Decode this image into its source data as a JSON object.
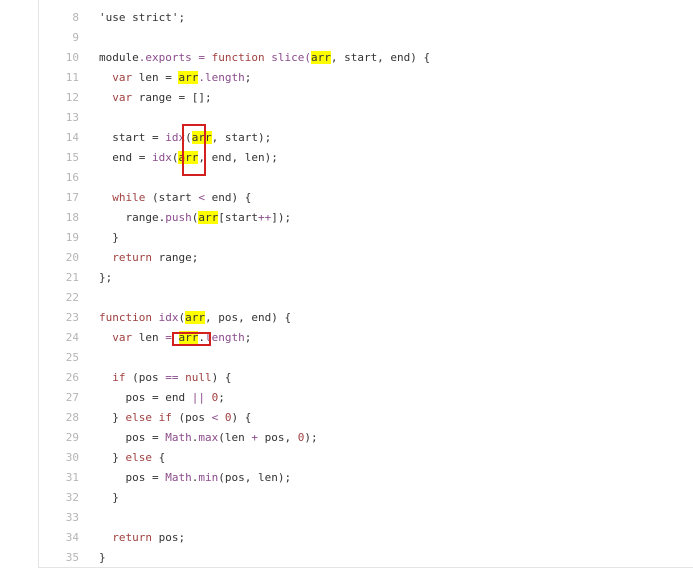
{
  "code": {
    "lines": [
      {
        "num": "8",
        "segs": [
          {
            "t": "'use strict';"
          }
        ]
      },
      {
        "num": "9",
        "segs": []
      },
      {
        "num": "10",
        "segs": [
          {
            "t": "module",
            "c": ""
          },
          {
            "t": ".exports",
            "c": "fn"
          },
          {
            "t": " = ",
            "c": "op"
          },
          {
            "t": "function",
            "c": "kw"
          },
          {
            "t": " slice(",
            "c": "fn"
          },
          {
            "t": "arr",
            "c": "hl"
          },
          {
            "t": ", start, end) {"
          }
        ]
      },
      {
        "num": "11",
        "segs": [
          {
            "t": "  "
          },
          {
            "t": "var",
            "c": "kw"
          },
          {
            "t": " len = "
          },
          {
            "t": "arr",
            "c": "hl"
          },
          {
            "t": ".length",
            "c": "fn"
          },
          {
            "t": ";"
          }
        ]
      },
      {
        "num": "12",
        "segs": [
          {
            "t": "  "
          },
          {
            "t": "var",
            "c": "kw"
          },
          {
            "t": " range = [];"
          }
        ]
      },
      {
        "num": "13",
        "segs": []
      },
      {
        "num": "14",
        "segs": [
          {
            "t": "  start = "
          },
          {
            "t": "idx",
            "c": "fn"
          },
          {
            "t": "("
          },
          {
            "t": "arr",
            "c": "hl"
          },
          {
            "t": ", start);"
          }
        ]
      },
      {
        "num": "15",
        "segs": [
          {
            "t": "  end = "
          },
          {
            "t": "idx",
            "c": "fn"
          },
          {
            "t": "("
          },
          {
            "t": "arr",
            "c": "hl"
          },
          {
            "t": ", end, len);"
          }
        ]
      },
      {
        "num": "16",
        "segs": []
      },
      {
        "num": "17",
        "segs": [
          {
            "t": "  "
          },
          {
            "t": "while",
            "c": "kw"
          },
          {
            "t": " (start "
          },
          {
            "t": "<",
            "c": "op"
          },
          {
            "t": " end) {"
          }
        ]
      },
      {
        "num": "18",
        "segs": [
          {
            "t": "    range."
          },
          {
            "t": "push",
            "c": "fn"
          },
          {
            "t": "("
          },
          {
            "t": "arr",
            "c": "hl"
          },
          {
            "t": "[start"
          },
          {
            "t": "++",
            "c": "op"
          },
          {
            "t": "]);"
          }
        ]
      },
      {
        "num": "19",
        "segs": [
          {
            "t": "  }"
          }
        ]
      },
      {
        "num": "20",
        "segs": [
          {
            "t": "  "
          },
          {
            "t": "return",
            "c": "kw"
          },
          {
            "t": " range;"
          }
        ]
      },
      {
        "num": "21",
        "segs": [
          {
            "t": "};"
          }
        ]
      },
      {
        "num": "22",
        "segs": []
      },
      {
        "num": "23",
        "segs": [
          {
            "t": "function",
            "c": "kw"
          },
          {
            "t": " "
          },
          {
            "t": "idx",
            "c": "fn"
          },
          {
            "t": "("
          },
          {
            "t": "arr",
            "c": "hl"
          },
          {
            "t": ", pos, end) {"
          }
        ]
      },
      {
        "num": "24",
        "segs": [
          {
            "t": "  "
          },
          {
            "t": "var",
            "c": "kw"
          },
          {
            "t": " len "
          },
          {
            "t": "=",
            "c": "op"
          },
          {
            "t": " "
          },
          {
            "t": "arr",
            "c": "hl"
          },
          {
            "t": "."
          },
          {
            "t": "length",
            "c": "fn"
          },
          {
            "t": ";"
          }
        ]
      },
      {
        "num": "25",
        "segs": []
      },
      {
        "num": "26",
        "segs": [
          {
            "t": "  "
          },
          {
            "t": "if",
            "c": "kw"
          },
          {
            "t": " (pos "
          },
          {
            "t": "==",
            "c": "op"
          },
          {
            "t": " "
          },
          {
            "t": "null",
            "c": "kw"
          },
          {
            "t": ") {"
          }
        ]
      },
      {
        "num": "27",
        "segs": [
          {
            "t": "    pos = end "
          },
          {
            "t": "||",
            "c": "op"
          },
          {
            "t": " "
          },
          {
            "t": "0",
            "c": "nm"
          },
          {
            "t": ";"
          }
        ]
      },
      {
        "num": "28",
        "segs": [
          {
            "t": "  } "
          },
          {
            "t": "else if",
            "c": "kw"
          },
          {
            "t": " (pos "
          },
          {
            "t": "<",
            "c": "op"
          },
          {
            "t": " "
          },
          {
            "t": "0",
            "c": "nm"
          },
          {
            "t": ") {"
          }
        ]
      },
      {
        "num": "29",
        "segs": [
          {
            "t": "    pos = "
          },
          {
            "t": "Math",
            "c": "fn"
          },
          {
            "t": "."
          },
          {
            "t": "max",
            "c": "fn"
          },
          {
            "t": "(len "
          },
          {
            "t": "+",
            "c": "op"
          },
          {
            "t": " pos, "
          },
          {
            "t": "0",
            "c": "nm"
          },
          {
            "t": ");"
          }
        ]
      },
      {
        "num": "30",
        "segs": [
          {
            "t": "  } "
          },
          {
            "t": "else",
            "c": "kw"
          },
          {
            "t": " {"
          }
        ]
      },
      {
        "num": "31",
        "segs": [
          {
            "t": "    pos = "
          },
          {
            "t": "Math",
            "c": "fn"
          },
          {
            "t": "."
          },
          {
            "t": "min",
            "c": "fn"
          },
          {
            "t": "(pos, len);"
          }
        ]
      },
      {
        "num": "32",
        "segs": [
          {
            "t": "  }"
          }
        ]
      },
      {
        "num": "33",
        "segs": []
      },
      {
        "num": "34",
        "segs": [
          {
            "t": "  "
          },
          {
            "t": "return",
            "c": "kw"
          },
          {
            "t": " pos;"
          }
        ]
      },
      {
        "num": "35",
        "segs": [
          {
            "t": "}"
          }
        ]
      }
    ]
  }
}
